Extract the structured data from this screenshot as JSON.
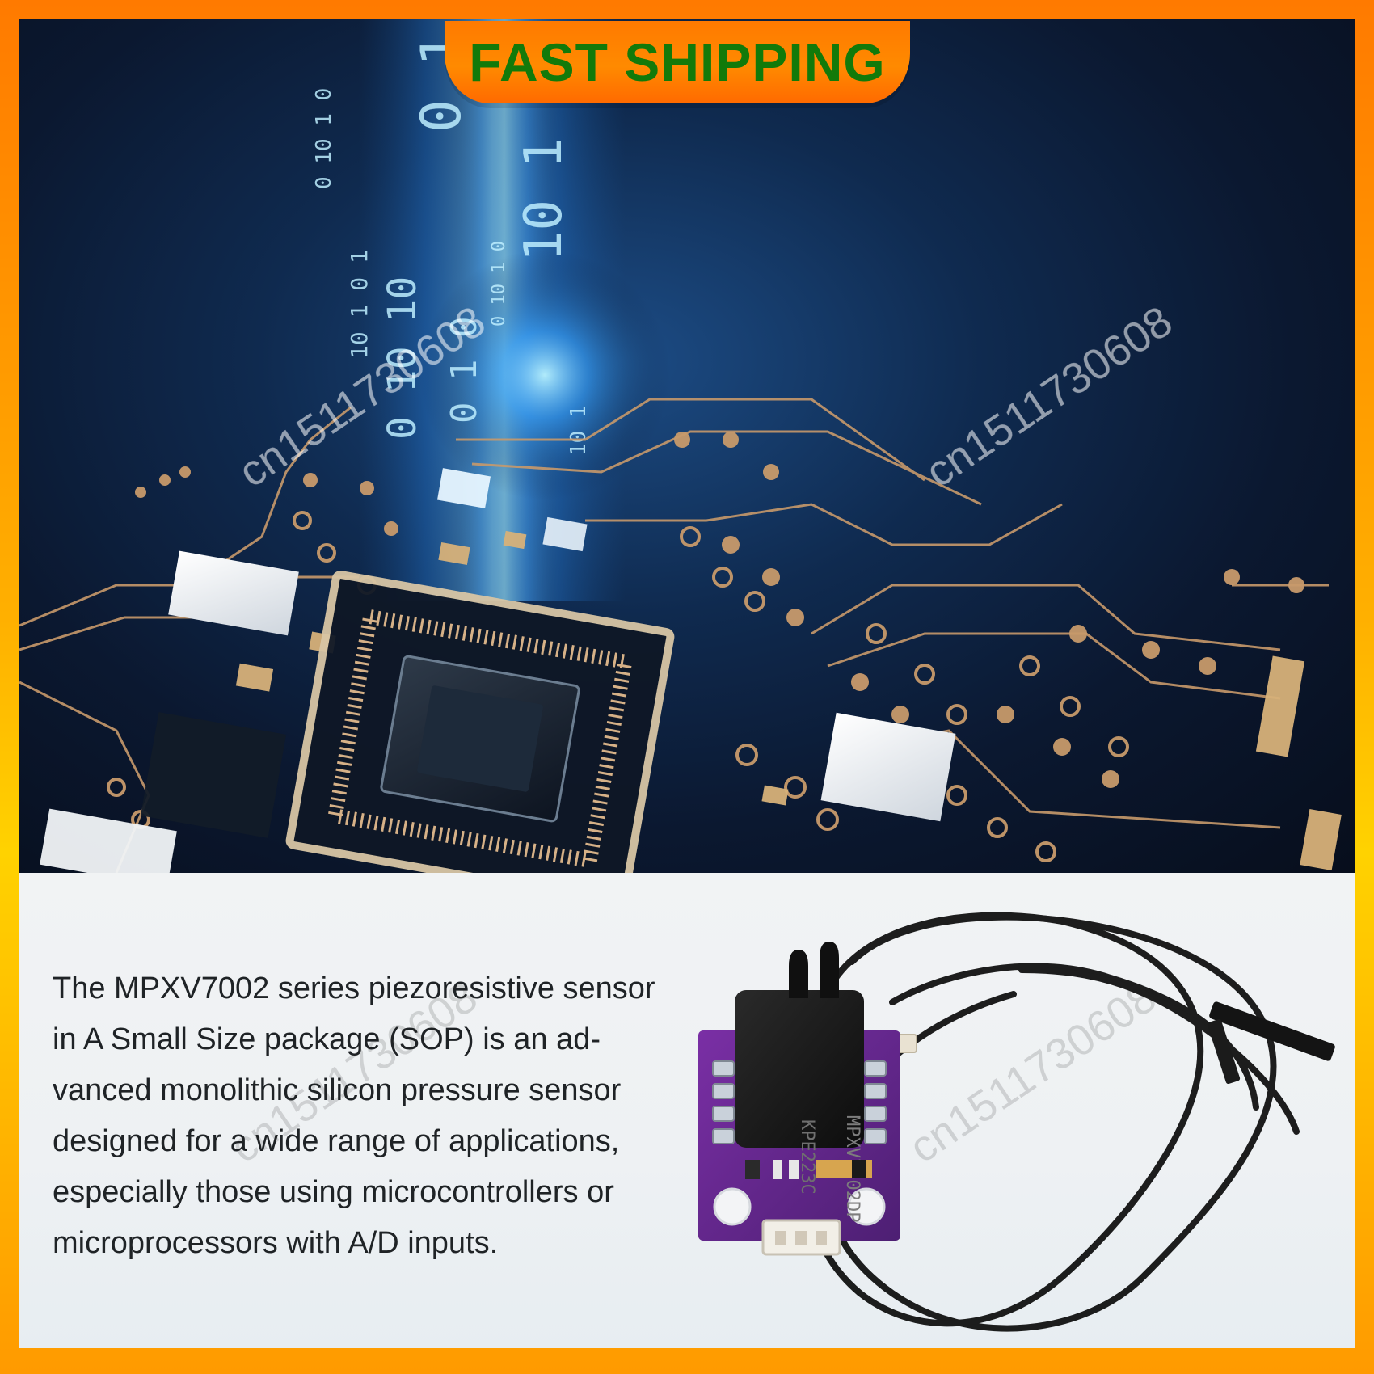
{
  "badge": {
    "text": "FAST SHIPPING"
  },
  "description": {
    "lines": [
      "The MPXV7002 series piezoresistive sensor",
      "in A Small Size package (SOP) is an ad-",
      "vanced monolithic silicon pressure sensor",
      "designed for a wide range of applications,",
      "especially those using microcontrollers or",
      "microprocessors with A/D inputs."
    ]
  },
  "watermarks": {
    "text": "cn1511730608"
  },
  "module": {
    "chip_line1": "MPXV7002DP",
    "chip_line2": "KPE223C"
  },
  "colors": {
    "frame_orange": "#ff7a00",
    "frame_yellow": "#ffd200",
    "badge_text": "#127a0a",
    "pcb_trace": "#c89a6b",
    "pcb_board": "#6d2b8f"
  },
  "icons": {
    "pcb-background": "circuit-board-illustration",
    "sensor-module": "pressure-sensor-module-photo",
    "cable": "black-cable-coil"
  }
}
